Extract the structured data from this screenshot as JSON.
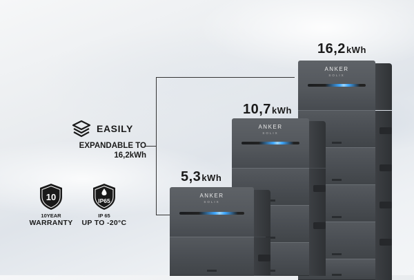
{
  "capacity_labels": [
    {
      "value": "16,2",
      "unit": "kWh"
    },
    {
      "value": "10,7",
      "unit": "kWh"
    },
    {
      "value": "5,3",
      "unit": "kWh"
    }
  ],
  "expand": {
    "title": "EASILY",
    "line2": "EXPANDABLE TO",
    "line3": "16,2kWh",
    "icon": "layers-icon"
  },
  "badges": [
    {
      "shield_text": "10",
      "line1": "10YEAR",
      "line2": "WARRANTY",
      "icon": "shield-icon"
    },
    {
      "shield_text": "IP65",
      "line1": "IP 65",
      "line2": "UP TO -20°C",
      "icon": "shield-droplet-icon"
    }
  ],
  "product": {
    "brand": "ANKER",
    "sub": "SOLIX"
  },
  "colors": {
    "text": "#1a1a1a",
    "unit_body": "#4a4e53",
    "led": "#3fa7ff"
  }
}
